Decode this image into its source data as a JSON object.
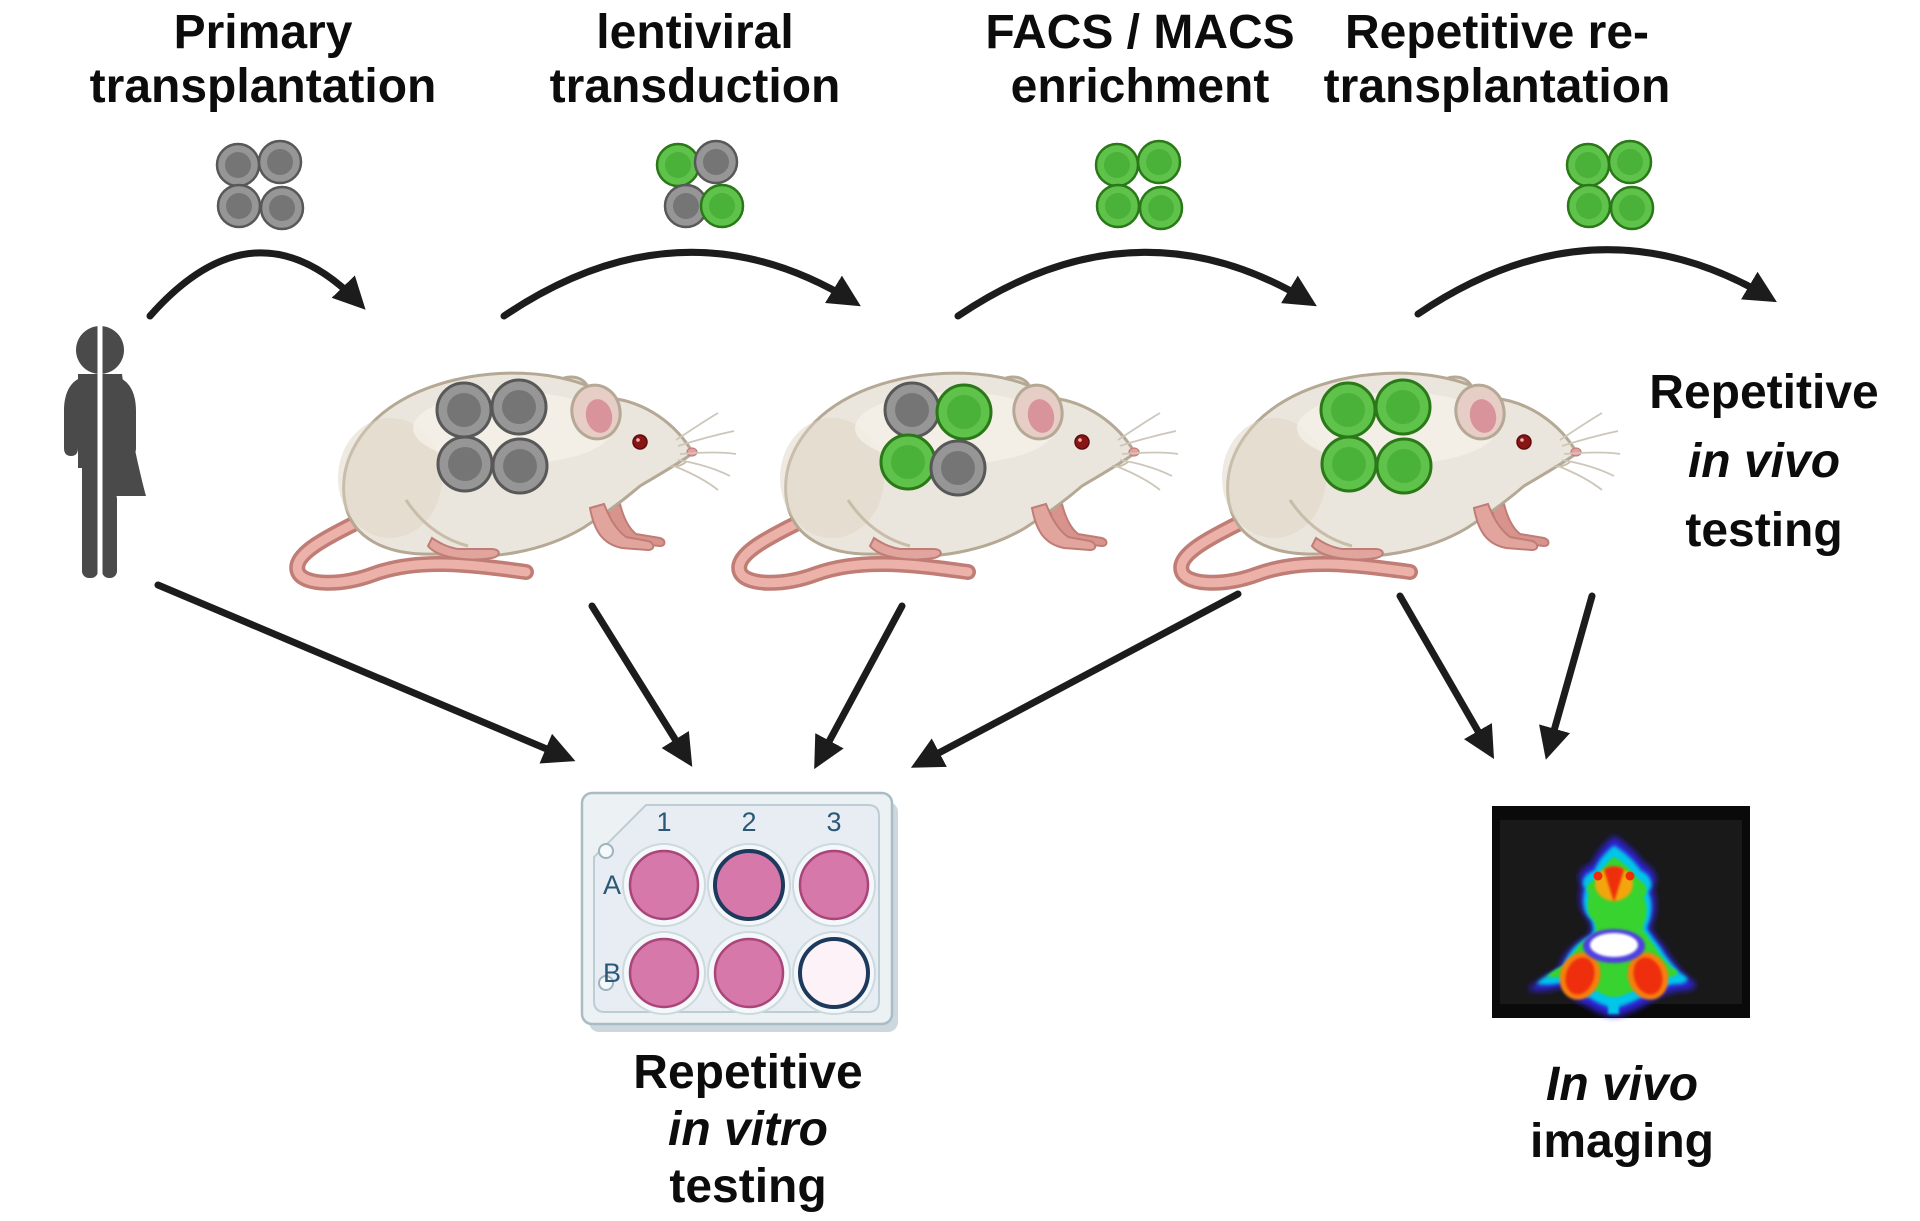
{
  "steps": [
    {
      "line1": "Primary",
      "line2": "transplantation"
    },
    {
      "line1": "lentiviral",
      "line2": "transduction"
    },
    {
      "line1": "FACS / MACS",
      "line2": "enrichment"
    },
    {
      "line1": "Repetitive re-",
      "line2": "transplantation"
    }
  ],
  "in_vivo_testing": {
    "line1": "Repetitive",
    "line2": "in vivo",
    "line3": "testing"
  },
  "in_vitro_testing": {
    "line1": "Repetitive",
    "line2": "in vitro",
    "line3": "testing"
  },
  "imaging_caption": {
    "line1": "In vivo",
    "line2": "imaging"
  },
  "plate": {
    "column_labels": [
      "1",
      "2",
      "3"
    ],
    "row_labels": [
      "A",
      "B"
    ],
    "wells": [
      {
        "id": "A1",
        "fill": "#d678a9",
        "ring": "#aa4579"
      },
      {
        "id": "A2",
        "fill": "#d678a9",
        "ring": "#1d3a5c"
      },
      {
        "id": "A3",
        "fill": "#d678a9",
        "ring": "#aa4579"
      },
      {
        "id": "B1",
        "fill": "#d678a9",
        "ring": "#aa4579"
      },
      {
        "id": "B2",
        "fill": "#d678a9",
        "ring": "#aa4579"
      },
      {
        "id": "B3",
        "fill": "#fcf2f7",
        "ring": "#1d3a5c"
      }
    ]
  },
  "cell_states": {
    "cluster_1": "all gray (patient tumor cells)",
    "cluster_2": "mixed gray and green (transduced)",
    "cluster_3": "all green (enriched)",
    "cluster_4": "all green (re-transplanted)"
  },
  "colors": {
    "text": "#0c0c0c",
    "arrow": "#1c1c1c",
    "cell_gray": "#969696",
    "cell_gray_nucleus": "#757575",
    "cell_green": "#5ec24b",
    "cell_green_nucleus": "#4ab139",
    "mouse_body": "#ebe6dd",
    "mouse_outline": "#b5a894",
    "mouse_pink": "#e2a59d",
    "human_icon": "#4a4a4a",
    "plate_body": "#ecf1f4",
    "plate_label": "#2b5877",
    "well_pink": "#d678a9",
    "well_ring_dark": "#1d3a5c",
    "well_empty": "#fcf2f7",
    "imaging_background": "#0a0a0a"
  }
}
